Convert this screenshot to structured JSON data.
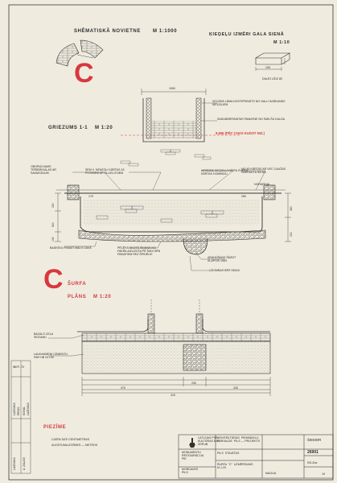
{
  "scheme": {
    "title": "SHĒMATISKĀ NOVIETNE",
    "scale": "M 1:1000",
    "marker": "C"
  },
  "brick": {
    "title": "ĶIEĢEĻU IZMĒRI GALA SIENĀ",
    "scale": "M 1:10",
    "dim_length": "195",
    "dim_label": "DAĻĒJ LĪDZ 80"
  },
  "section": {
    "title": "GRIEZUMS 1-1",
    "scale": "M 1:20",
    "top_dim": "1900",
    "level_note": "9.556 (PĒC CHAS KUGST NIZ.)",
    "annotations": [
      "VECĀKĀ LĀMA NOSTIPRINĀTS  NO GALU SARKANĀS ĶIEĢEĻIEM",
      "SADUBĀRRINĀTAS  PAMATNE NO  SMILŠU  KALDA",
      "OBORUOJAMS TRĪSBRIGALAS  AR  SAVAIGĀJUM",
      "SEM  V. NENZOLI KĀRTAS  16  POSMIEM  AR  ELLIELOVIEM",
      "VIRSŪDE  KIEĢEĻU  KĀRTA  SVEŠU  KĀRTAS  DOMBĀJU",
      "NO  45  KĀRTAS  AR  VEC  CAUŽAS  SAKRUKTA  SIENA",
      "NOHARDAL",
      "BAŪĶĪGU  PAMATI  MĀLVI  ZAVĀ",
      "PĒLĒKS  SKOTS  ŠĶAIŅS  NO  FAKRILAIZUZOTA  PĒ  ŠADI  SĒN  PAMATIEM  REZ  ŠPIDĒLIE",
      "ARAHŪŠANS  ŠĶĀST  SLAPSIS  1963",
      "ĢEGMBAS  BĒS  SKIAS"
    ],
    "dims": [
      "250",
      "620",
      "140",
      "460",
      "230",
      "170",
      "280"
    ]
  },
  "plan": {
    "marker": "C",
    "title": "ŠURFA",
    "subtitle": "PLĀNS",
    "scale": "M 1:20",
    "annotations": [
      "BAZALS  CEĻA  SEGUMU",
      "LAUKAKMEŅI  CEMENTU  PAR  HB  23  CM"
    ],
    "dims": [
      "230",
      "470",
      "330",
      "410"
    ]
  },
  "notes": {
    "title": "PIEZĪME",
    "lines": [
      "CUIĒM  SATI  CENTIMETRAS",
      "AUGSTUMA  ATZĪMES — METROS"
    ]
  },
  "side_stamp": {
    "code": "IBEF- 72",
    "rows": [
      "LAZDUKA",
      "RĪGAS",
      "KOVAL",
      "LAZDUKA",
      "LAZDUKA",
      "A. ZAĻAIS"
    ]
  },
  "title_block": {
    "org": "LATVIJAS PSR\nKULTŪRAS MIN.\nZRPUB",
    "place": "MONUMENTU\nRESTAURĀCIJA\nPIE",
    "project": "ARHITEKTŪRAS  PIEMINEKĻU\nPĀRVALDE  PILS — PROJEKTS",
    "object": "PILS  STAJĀTAS",
    "drawing": "ŠURFA  \"C\"  UZMĒRĪJUMS\nM 1:20",
    "date_label": "ŠIEMOR",
    "number": "26901",
    "sheet": "RD-2ha",
    "detail1": "MORDAVES\nPILS",
    "detail2": "MAGIJA",
    "footer_num": "19"
  }
}
